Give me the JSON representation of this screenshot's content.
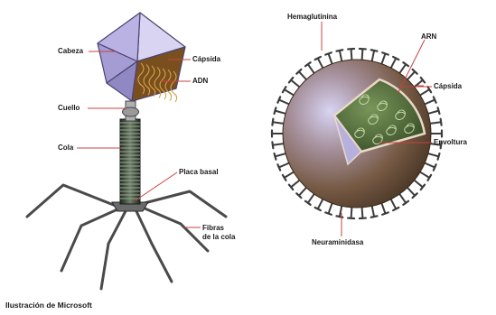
{
  "bacteriophage": {
    "labels": {
      "head": "Cabeza",
      "capsid": "Cápsida",
      "dna": "ADN",
      "neck": "Cuello",
      "tail": "Cola",
      "base_plate": "Placa basal",
      "tail_fibers_line1": "Fibras",
      "tail_fibers_line2": "de la cola"
    }
  },
  "influenza_virus": {
    "labels": {
      "hemagglutinin": "Hemaglutinina",
      "rna": "ARN",
      "capsid": "Cápsida",
      "envelope": "Envoltura",
      "neuraminidase": "Neuraminidasa"
    }
  },
  "credit": "Ilustración de Microsoft",
  "colors": {
    "head_face_light": "#c8c2e8",
    "head_face_dark": "#8d86bd",
    "dna_panel": "#7a4f1e",
    "tail_dark": "#2f3a2e",
    "virus_body": "#6e5540",
    "virus_highlight": "#c9c6ef",
    "virus_interior": "#3e5a2c",
    "spike": "#3c3c3c",
    "leader": "#d04040"
  }
}
